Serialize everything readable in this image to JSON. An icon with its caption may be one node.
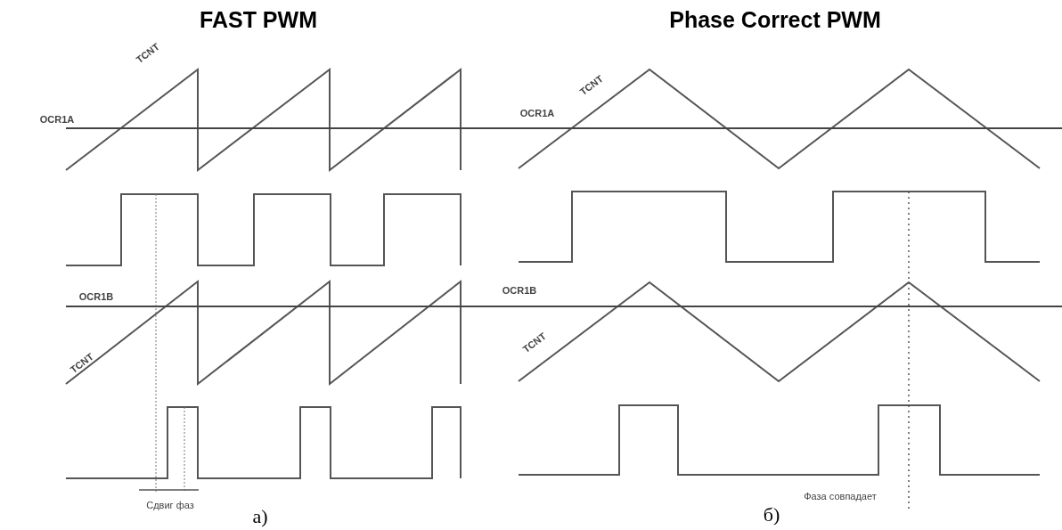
{
  "diagram": {
    "labels": [
      "FAST PWM",
      "Phase Correct PWM",
      "TCNT",
      "TCNT",
      "OCR1A",
      "OCR1A",
      "OCR1B",
      "OCR1B",
      "TCNT",
      "TCNT",
      "Сдвиг фаз",
      "Фаза совпадает",
      "а)",
      "б)"
    ]
  }
}
